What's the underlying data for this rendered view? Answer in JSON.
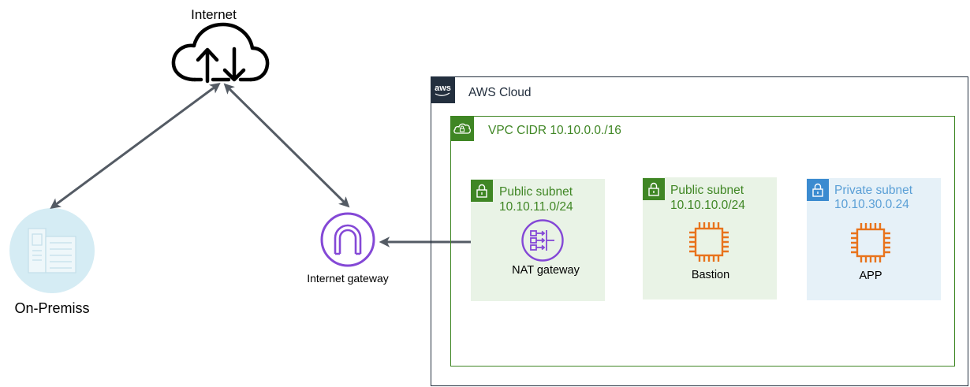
{
  "internet": {
    "label": "Internet",
    "icon": "cloud-upload-download-icon"
  },
  "on_premise": {
    "label": "On-Premiss",
    "icon": "corporate-data-center-icon"
  },
  "internet_gateway": {
    "label": "Internet gateway",
    "icon": "internet-gateway-icon"
  },
  "aws_cloud": {
    "label": "AWS Cloud",
    "logo_text": "aws",
    "icon": "aws-logo-icon"
  },
  "vpc": {
    "label": "VPC CIDR 10.10.0.0./16",
    "icon": "vpc-icon"
  },
  "subnets": [
    {
      "title": "Public subnet",
      "cidr": "10.10.11.0/24",
      "icon": "lock-icon",
      "resource": {
        "label": "NAT gateway",
        "icon": "nat-gateway-icon"
      }
    },
    {
      "title": "Public subnet",
      "cidr": "10.10.10.0/24",
      "icon": "lock-icon",
      "resource": {
        "label": "Bastion",
        "icon": "ec2-instance-icon"
      }
    },
    {
      "title": "Private subnet",
      "cidr": "10.10.30.0.24",
      "icon": "lock-icon",
      "resource": {
        "label": "APP",
        "icon": "ec2-instance-icon"
      }
    }
  ],
  "colors": {
    "arrow_gray": "#545b64",
    "aws_navy": "#232f3e",
    "vpc_green": "#3f8624",
    "public_subnet_fill": "#e9f3e6",
    "private_subnet_fill": "#e6f1f8",
    "private_blue": "#3b8bd0",
    "private_text": "#5a9fd6",
    "networking_purple": "#8448d6",
    "compute_orange": "#e8731c",
    "onprem_fill": "#d5ecf4"
  }
}
